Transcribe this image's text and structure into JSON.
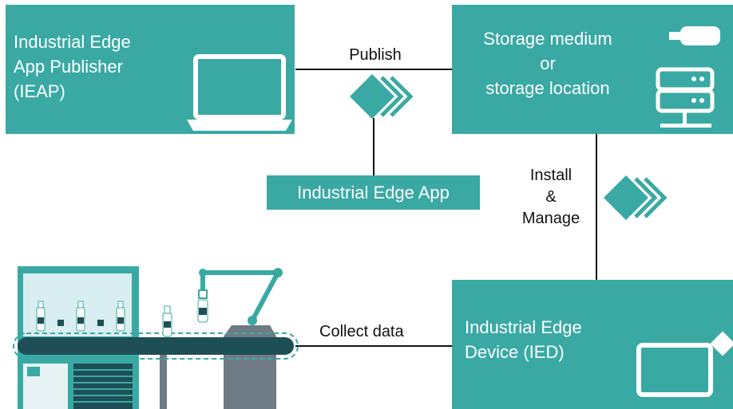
{
  "colors": {
    "teal": "#3aa9a4",
    "dark": "#1e4f57",
    "gray": "#6e7b85",
    "line": "#111111"
  },
  "publisher_box": {
    "line1": "Industrial Edge",
    "line2": "App Publisher",
    "line3": "(IEAP)",
    "icon": "laptop-icon"
  },
  "storage_box": {
    "line1": "Storage medium",
    "line2": "or",
    "line3": "storage location",
    "icons": [
      "usb-stick-icon",
      "server-icon"
    ]
  },
  "app_box": {
    "label": "Industrial Edge App"
  },
  "device_box": {
    "line1": "Industrial Edge",
    "line2": "Device (IED)",
    "icon": "edge-device-icon"
  },
  "connectors": {
    "publish": "Publish",
    "install_line1": "Install",
    "install_line2": "&",
    "install_line3": "Manage",
    "collect": "Collect data"
  },
  "arrow_icons": [
    "double-chevron-arrow-icon",
    "double-chevron-arrow-icon"
  ],
  "factory_illustration": "production-line-illustration"
}
